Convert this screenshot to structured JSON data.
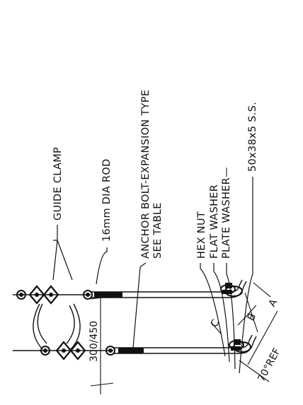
{
  "drawing": {
    "labels": {
      "guide_clamp": "GUIDE CLAMP",
      "rod": "16mm DIA ROD",
      "anchor_bolt_line1": "ANCHOR BOLT-EXPANSION TYPE",
      "anchor_bolt_line2": "SEE TABLE",
      "hex_nut": "HEX NUT",
      "flat_washer": "FLAT WASHER",
      "plate_washer": "PLATE WASHER—",
      "plate_washer_size": "50x38x5  S.S."
    },
    "dimensions": {
      "overall": "300/450",
      "ref": "70°REF",
      "a": "A",
      "b": "B",
      "c": "C"
    },
    "colors": {
      "ink": "#111111",
      "paper": "#ffffff"
    }
  }
}
